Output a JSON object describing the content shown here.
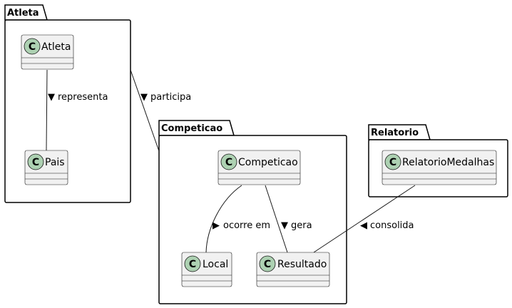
{
  "packages": {
    "atleta": {
      "name": "Atleta"
    },
    "competicao": {
      "name": "Competicao"
    },
    "relatorio": {
      "name": "Relatorio"
    }
  },
  "classes": {
    "atleta": {
      "name": "Atleta",
      "stereotype": "C"
    },
    "pais": {
      "name": "Pais",
      "stereotype": "C"
    },
    "competicao": {
      "name": "Competicao",
      "stereotype": "C"
    },
    "local": {
      "name": "Local",
      "stereotype": "C"
    },
    "resultado": {
      "name": "Resultado",
      "stereotype": "C"
    },
    "relatorio_medalhas": {
      "name": "RelatorioMedalhas",
      "stereotype": "C"
    }
  },
  "relations": {
    "representa": {
      "label": "representa",
      "arrow": "▼"
    },
    "participa": {
      "label": "participa",
      "arrow": "▼"
    },
    "ocorre_em": {
      "label": "ocorre em",
      "arrow": "▶"
    },
    "gera": {
      "label": "gera",
      "arrow": "▼"
    },
    "consolida": {
      "label": "consolida",
      "arrow": "◀"
    }
  },
  "colors": {
    "class_fill": "#f1f1f1",
    "circle_fill": "#add1b2",
    "border": "#181818"
  }
}
